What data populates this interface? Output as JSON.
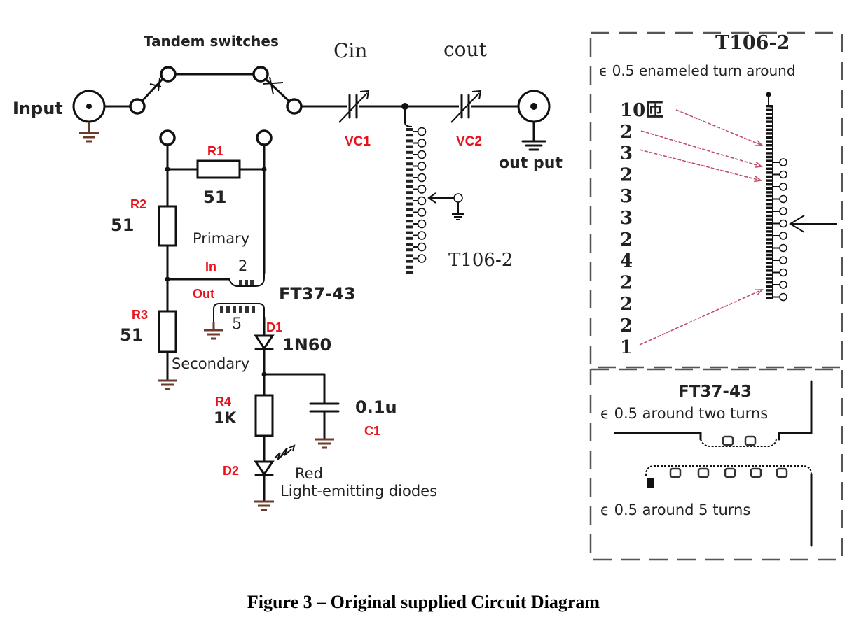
{
  "figure": {
    "caption": "Figure 3 – Original supplied Circuit Diagram"
  },
  "schematic": {
    "title_switches": "Tandem switches",
    "input_label": "Input",
    "output_label": "out put",
    "cin_label": "Cin",
    "cout_label": "cout",
    "vc1_label": "VC1",
    "vc2_label": "VC2",
    "r1_label": "R1",
    "r1_value": "51",
    "r2_label": "R2",
    "r2_value": "51",
    "r3_label": "R3",
    "r3_value": "51",
    "r4_label": "R4",
    "r4_value": "1K",
    "primary_label": "Primary",
    "in_label": "In",
    "primary_turns": "2",
    "out_label": "Out",
    "secondary_turns": "5",
    "secondary_label": "Secondary",
    "transformer_label": "FT37-43",
    "d1_label": "D1",
    "d1_value": "1N60",
    "c1_label": "C1",
    "c1_value": "0.1u",
    "d2_label": "D2",
    "led_color": "Red",
    "led_desc": "Light-emitting diodes",
    "coil_label": "T106-2",
    "coil_taps": 12
  },
  "t106_panel": {
    "title": "T106-2",
    "subtitle": "ϵ 0.5 enameled turn around",
    "turn_counts": [
      "10匝",
      "2",
      "3",
      "2",
      "3",
      "3",
      "2",
      "4",
      "2",
      "2",
      "2",
      "1"
    ],
    "taps": 12
  },
  "ft37_panel": {
    "title": "FT37-43",
    "primary_note": "ϵ 0.5 around two turns",
    "secondary_note": "ϵ 0.5 around 5 turns",
    "primary_turns": 2,
    "secondary_turns": 5
  },
  "colors": {
    "label_red": "#e8121c",
    "ground_brown": "#6b3a2a",
    "arrow_pink": "#c0506a"
  }
}
